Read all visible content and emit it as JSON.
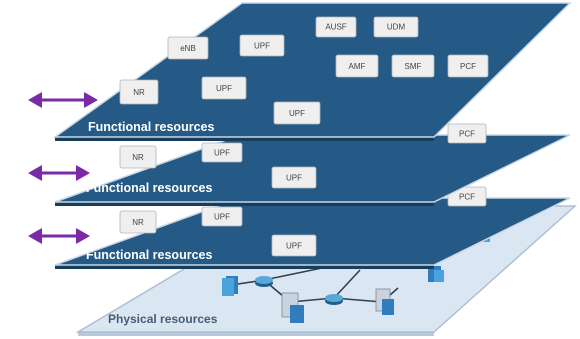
{
  "layers": [
    {
      "title": "Functional resources",
      "boxes": [
        {
          "label": "AUSF"
        },
        {
          "label": "UDM"
        },
        {
          "label": "eNB"
        },
        {
          "label": "UPF"
        },
        {
          "label": "AMF"
        },
        {
          "label": "SMF"
        },
        {
          "label": "PCF"
        },
        {
          "label": "NR"
        },
        {
          "label": "UPF"
        },
        {
          "label": "UPF"
        }
      ]
    },
    {
      "title": "Functional resources",
      "boxes": [
        {
          "label": "PCF"
        },
        {
          "label": "NR"
        },
        {
          "label": "UPF"
        },
        {
          "label": "UPF"
        }
      ]
    },
    {
      "title": "Functional resources",
      "boxes": [
        {
          "label": "PCF"
        },
        {
          "label": "NR"
        },
        {
          "label": "UPF"
        },
        {
          "label": "UPF"
        }
      ]
    }
  ],
  "physical": {
    "title": "Physical resources",
    "icons": [
      "database-icon",
      "router-icon",
      "server-icon",
      "router-icon",
      "server-icon",
      "database-icon",
      "database-icon"
    ]
  },
  "colors": {
    "layer_fill": "#245a85",
    "physical_fill": "#dbe6f3",
    "arrow": "#7a2aa8",
    "box_fill": "#efefef"
  }
}
